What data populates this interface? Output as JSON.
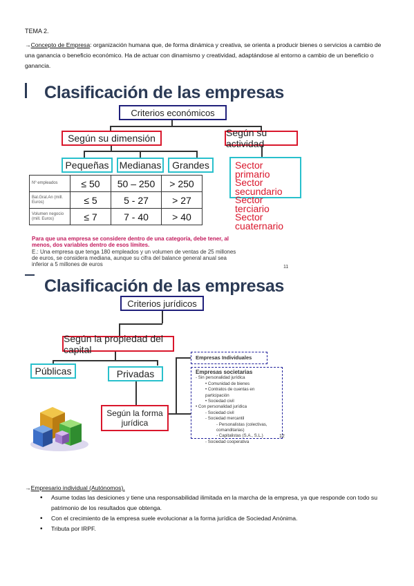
{
  "doc": {
    "heading": "TEMA 2.",
    "intro_arrow": "→",
    "intro_term": "Concepto de Empresa",
    "intro_text": ": organización humana que, de forma dinámica y  creativa, se orienta a producir bienes o servicios a cambio de una ganancia o beneficio económico. Ha de actuar con dinamismo y creatividad, adaptándose al entorno a cambio de un beneficio o ganancia.",
    "section2_arrow": "→",
    "section2_title": "Empresario individual (Autónomos).",
    "bullets": [
      "Asume todas las desiciones y tiene una responsabilidad ilimitada en la marcha de la empresa, ya que responde con todo su patrimonio de los resultados que obtenga.",
      "Con el crecimiento de la empresa suele evolucionar a la forma jurídica de Sociedad Anónima.",
      "Tributa por IRPF."
    ]
  },
  "slide1": {
    "title": "Clasificación de las empresas",
    "criteria": "Criterios económicos",
    "dimension": "Según su dimensión",
    "activity": "Según su actividad",
    "sizes": [
      "Pequeñas",
      "Medianas",
      "Grandes"
    ],
    "sectors": [
      "Sector primario",
      "Sector secundario",
      "Sector terciario",
      "Sector cuaternario"
    ],
    "table": [
      {
        "label": "Nº empleados",
        "values": [
          "≤ 50",
          "50 – 250",
          "> 250"
        ]
      },
      {
        "label": "Bal.Gral.An (mill. Euros)",
        "values": [
          "≤ 5",
          "5 - 27",
          "> 27"
        ]
      },
      {
        "label": "Volumen negocio (mill. Euros)",
        "values": [
          "≤ 7",
          "7 - 40",
          "> 40"
        ]
      }
    ],
    "note_main": "Para que una empresa se considere dentro de una categoría, debe tener, al menos, dos variables dentro de esos límites.",
    "note_example": "E.: Una empresa que tenga 180 empleados y un volumen de ventas de 25 millones de euros, se considera mediana, aunque su cifra del balance general anual sea inferior a 5 millones de euros",
    "page_num": "11"
  },
  "slide2": {
    "title": "Clasificación de las empresas",
    "criteria": "Criterios jurídicos",
    "ownership": "Según la propiedad del capital",
    "public": "Públicas",
    "private": "Privadas",
    "legal_form": "Según la forma jurídica",
    "individual": "Empresas Individuales",
    "societal_title": "Empresas societarias",
    "societal_items": [
      "- Sin personalidad jurídica",
      "• Comunidad de bienes",
      "• Contratos de cuentas en participación",
      "• Sociedad civil",
      "• Con personalidad jurídica",
      "- Sociedad civil",
      "- Sociedad mercantil",
      "- Personalistas (colectivas, comanditarias)",
      "- Capitalistas (S.A., S.L.)",
      "- Sociedad cooperativa"
    ],
    "page_num": "12"
  },
  "colors": {
    "navy": "#1f1f7a",
    "red": "#d9162b",
    "cyan": "#28c0cc",
    "title": "#2b3a55"
  }
}
